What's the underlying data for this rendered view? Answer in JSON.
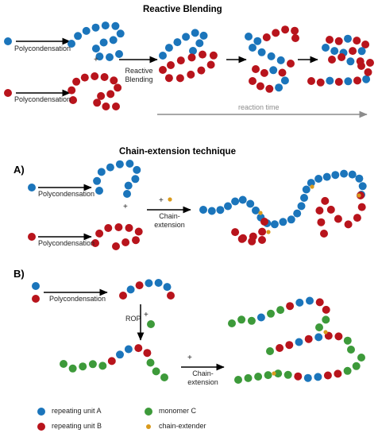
{
  "titles": {
    "reactive_blending": "Reactive Blending",
    "chain_extension": "Chain-extension technique"
  },
  "sections": {
    "a": "A)",
    "b": "B)"
  },
  "labels": {
    "polycondensation": "Polycondensation",
    "reactive_blending_1": "Reactive",
    "reactive_blending_2": "Blending",
    "reaction_time": "reaction time",
    "chain_1": "Chain-",
    "chain_2": "extension",
    "rop": "ROP",
    "plus": "+"
  },
  "legend": [
    {
      "label": "repeating unit A",
      "color": "#1b75bb"
    },
    {
      "label": "repeating unit B",
      "color": "#b8141c"
    },
    {
      "label": "monomer C",
      "color": "#3d9a3a"
    },
    {
      "label": "chain-extender",
      "color": "#d99a1c"
    }
  ],
  "colors": {
    "unit_a": "#1b75bb",
    "unit_b": "#b8141c",
    "monomer_c": "#3d9a3a",
    "extender": "#d99a1c",
    "time_arrow": "#8c8c8c"
  }
}
